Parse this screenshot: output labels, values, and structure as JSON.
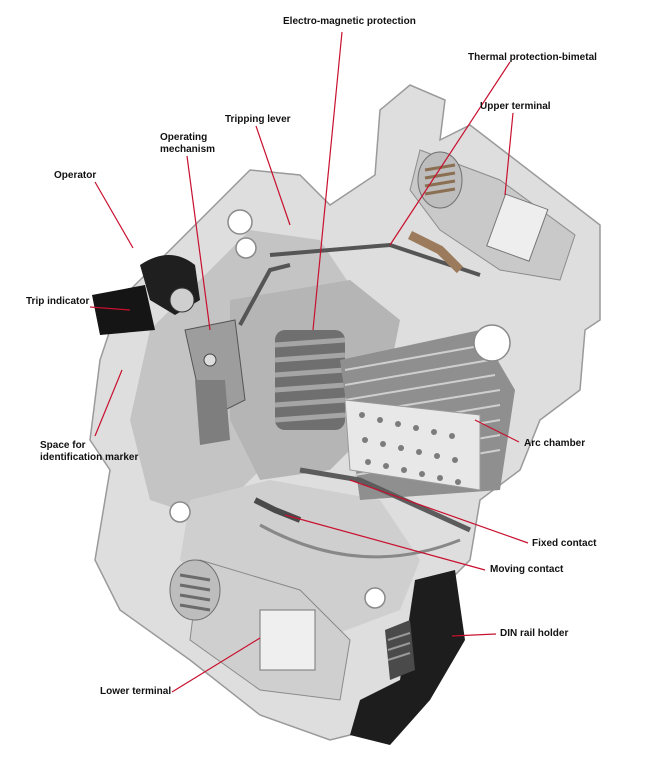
{
  "diagram": {
    "labels": {
      "electro_magnetic": "Electro-magnetic protection",
      "thermal": "Thermal protection-bimetal",
      "upper_terminal": "Upper terminal",
      "tripping_lever": "Tripping lever",
      "operating_mechanism": "Operating mechanism",
      "operator": "Operator",
      "trip_indicator": "Trip indicator",
      "marker_space": "Space for identification marker",
      "arc_chamber": "Arc chamber",
      "fixed_contact": "Fixed contact",
      "moving_contact": "Moving contact",
      "din_rail_holder": "DIN rail holder",
      "lower_terminal": "Lower terminal"
    },
    "colors": {
      "leader": "#c8102e",
      "housing": "#dcdcdc",
      "housing_shadow": "#a9a9a9",
      "plastic_dark": "#222222",
      "coil": "#8a8a8a",
      "arc_plates": "#9a9a9a"
    }
  }
}
